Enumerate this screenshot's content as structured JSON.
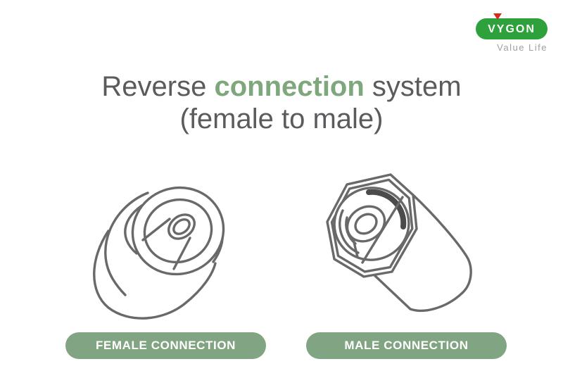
{
  "brand": {
    "logo_text": "VYGON",
    "tagline": "Value Life",
    "logo_bg_color": "#2ea13c",
    "triangle_color": "#d8291c",
    "tagline_color": "#a0a09e"
  },
  "title": {
    "prefix": "Reverse ",
    "highlight": "connection",
    "suffix": " system",
    "line2": "(female to male)",
    "text_color": "#5a5b5d",
    "highlight_color": "#7fa77c"
  },
  "labels": {
    "female": "FEMALE CONNECTION",
    "male": "MALE CONNECTION",
    "badge_bg_color": "#81a582",
    "badge_text_color": "#ffffff"
  },
  "illustrations": {
    "female": "female-luer-connector-line-drawing",
    "male": "male-luer-lock-connector-line-drawing",
    "stroke_color": "#696969",
    "thread_arc_color": "#4b4b4b"
  }
}
